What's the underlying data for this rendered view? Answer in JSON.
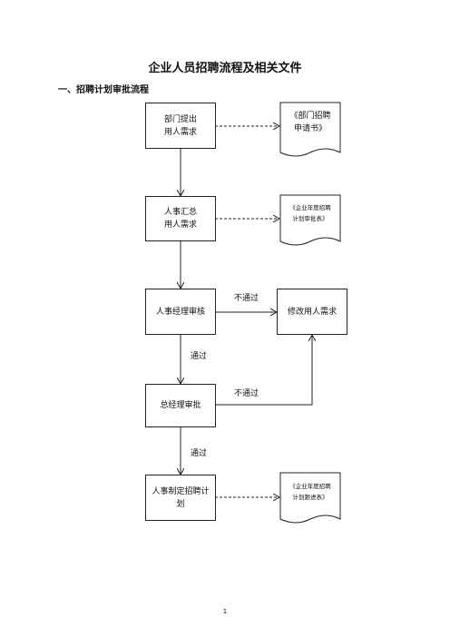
{
  "title": "企业人员招聘流程及相关文件",
  "section": "一、招聘计划审批流程",
  "nodes": {
    "dept_request": "部门提出\n用人需求",
    "hr_collect": "人事汇总\n用人需求",
    "hr_manager_review": "人事经理审核",
    "modify_request": "修改用人需求",
    "gm_approve": "总经理审批",
    "hr_plan": "人事制定招聘计\n划"
  },
  "documents": {
    "doc1": "《部门招聘\n申请书》",
    "doc2": "《企业年度招聘\n计划审批表》",
    "doc3": "《企业年度招聘\n计划跟进表》"
  },
  "edge_labels": {
    "reject1": "不通过",
    "pass1": "通过",
    "reject2": "不通过",
    "pass2": "通过"
  },
  "page_number": "1"
}
